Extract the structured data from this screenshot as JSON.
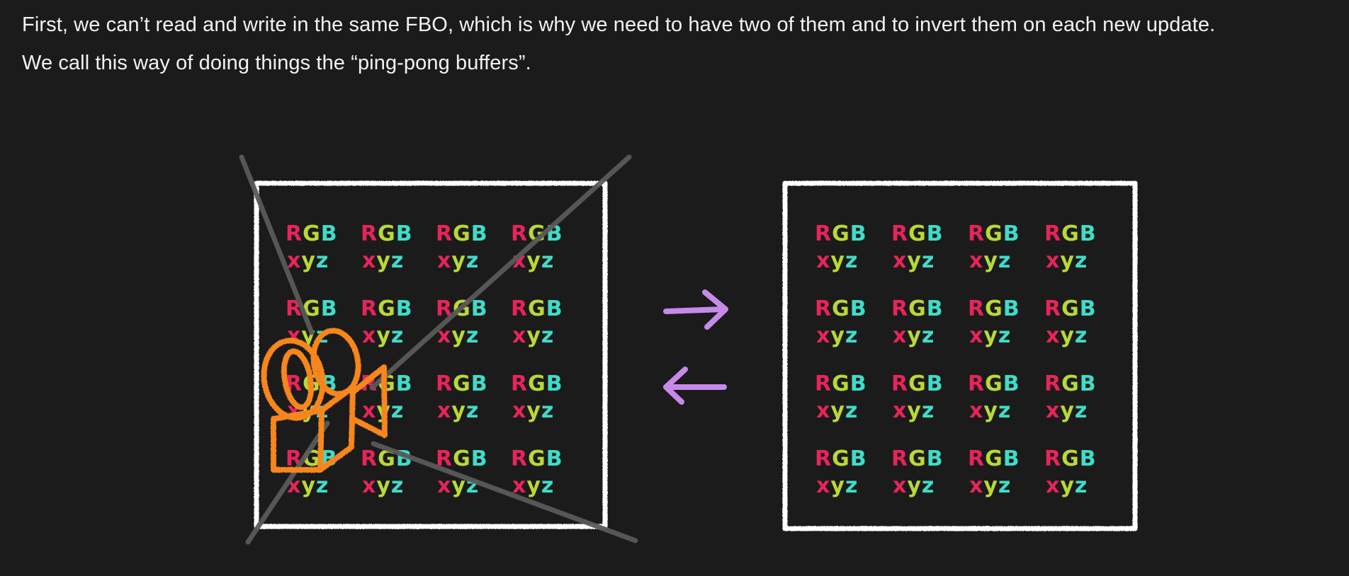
{
  "paragraph": {
    "line1": "First, we can’t read and write in the same FBO, which is why we need to have two of them and to invert them on each new update.",
    "line2": "We call this way of doing things the “ping-pong buffers”."
  },
  "diagram": {
    "buffers": [
      {
        "name": "left-buffer",
        "rows": [
          [
            "RGB",
            "RGB",
            "RGB",
            "RGB"
          ],
          [
            "RGB",
            "RGB",
            "RGB",
            "RGB"
          ],
          [
            "RGB",
            "RGB",
            "RGB",
            "RGB"
          ],
          [
            "RGB",
            "RGB",
            "RGB",
            "RGB"
          ]
        ],
        "sub": "xyz",
        "has_camera": true
      },
      {
        "name": "right-buffer",
        "rows": [
          [
            "RGB",
            "RGB",
            "RGB",
            "RGB"
          ],
          [
            "RGB",
            "RGB",
            "RGB",
            "RGB"
          ],
          [
            "RGB",
            "RGB",
            "RGB",
            "RGB"
          ],
          [
            "RGB",
            "RGB",
            "RGB",
            "RGB"
          ]
        ],
        "sub": "xyz",
        "has_camera": false
      }
    ],
    "arrows": [
      {
        "direction": "right",
        "icon": "arrow-right-icon"
      },
      {
        "direction": "left",
        "icon": "arrow-left-icon"
      }
    ],
    "colors": {
      "background": "#1b1b1b",
      "text": "#f2f2f2",
      "frame": "#ffffff",
      "R": "#e8245a",
      "G": "#b8d936",
      "B": "#3fdcc8",
      "x": "#e8245a",
      "y": "#b8d936",
      "z": "#3fdcc8",
      "camera": "#f7861c",
      "frustum": "#5a5a5a",
      "arrow": "#c68ae8"
    }
  }
}
